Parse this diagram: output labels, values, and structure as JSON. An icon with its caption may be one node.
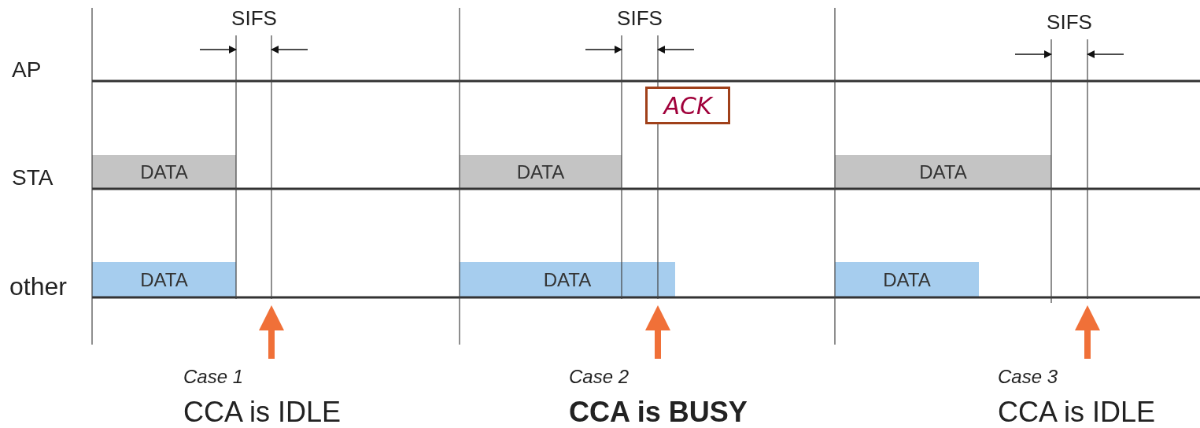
{
  "diagram": {
    "nodes": [
      {
        "text": [
          "ACK"
        ]
      },
      {
        "text": [
          "DATA"
        ]
      },
      {
        "text": [
          "DATA"
        ]
      },
      {
        "text": [
          "DATA"
        ]
      },
      {
        "text": [
          "DATA"
        ]
      },
      {
        "text": [
          "DATA"
        ]
      },
      {
        "text": [
          "DATA"
        ]
      }
    ],
    "labels": [
      "SIFS",
      "SIFS",
      "SIFS",
      "AP",
      "STA",
      "other",
      "Case 1",
      "Case 2",
      "Case 3",
      "CCA is IDLE",
      "CCA is BUSY",
      "CCA is IDLE"
    ]
  }
}
